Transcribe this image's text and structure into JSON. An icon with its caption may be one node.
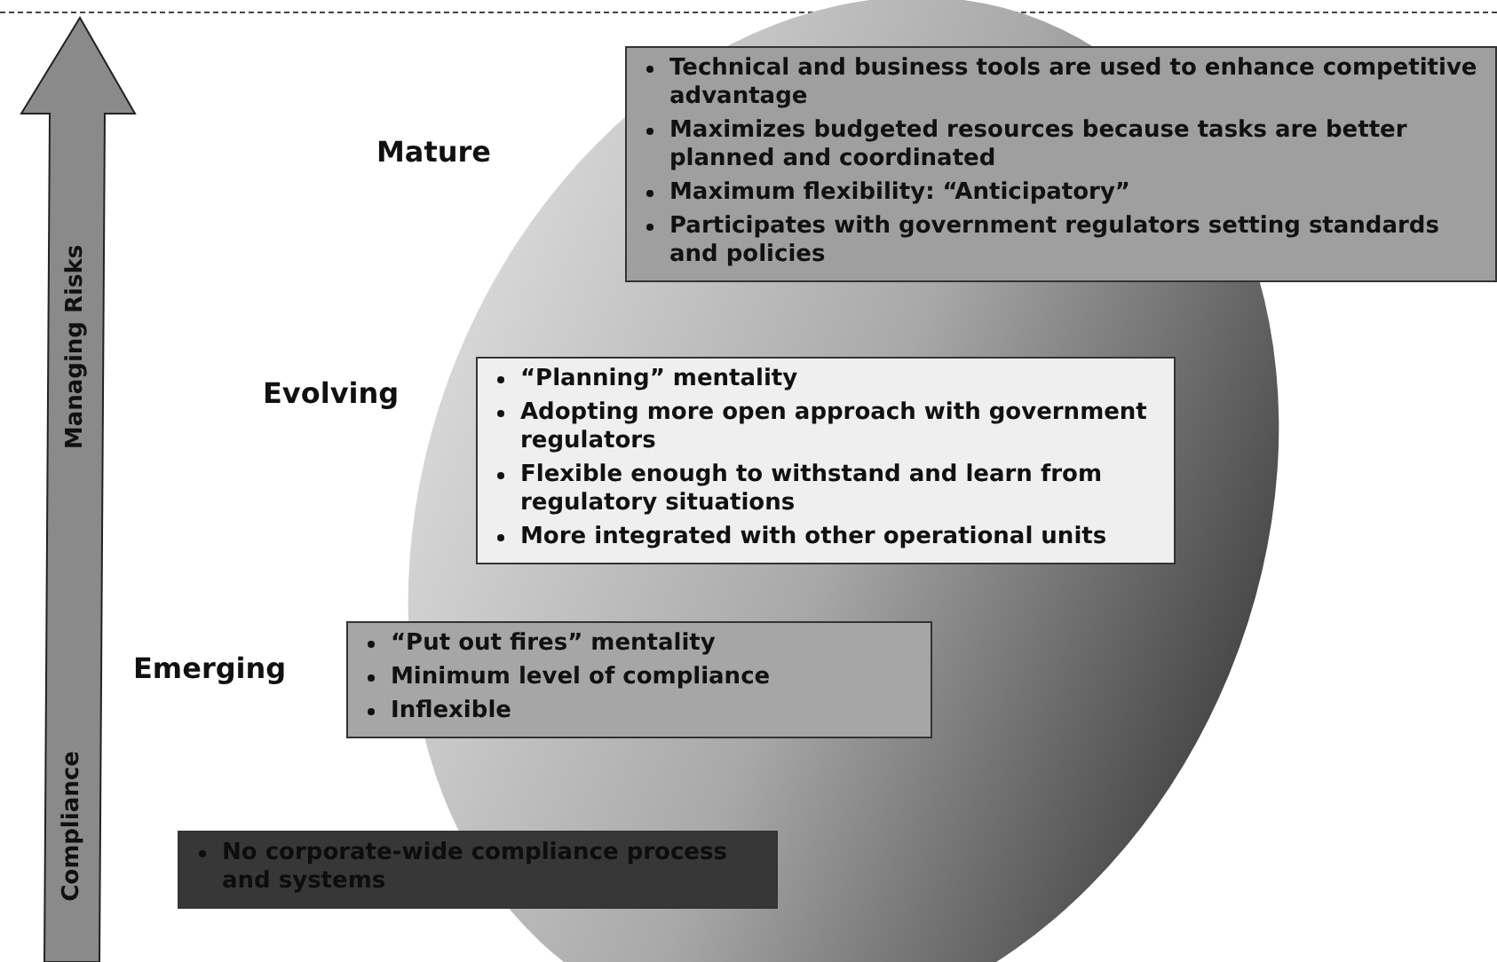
{
  "diagram": {
    "nodes": [
      {
        "text": [
          "Technical and business tools are used to enhance competitive advantage",
          "Maximizes budgeted resources because tasks are better planned and coordinated",
          "Maximum flexibility: “Anticipatory”",
          "Participates with government regulators setting standards and policies"
        ]
      },
      {
        "text": [
          "“Planning” mentality",
          "Adopting more open approach with government regulators",
          "Flexible enough to withstand and learn from regulatory situations",
          "More integrated with other operational units"
        ]
      },
      {
        "text": [
          "“Put out fires” mentality",
          "Minimum level of compliance",
          "Inflexible"
        ]
      },
      {
        "text": [
          "No corporate-wide compliance process and systems"
        ]
      }
    ],
    "labels": [
      "Mature",
      "Managing Risks",
      "Evolving",
      "Emerging",
      "Compliance"
    ]
  }
}
